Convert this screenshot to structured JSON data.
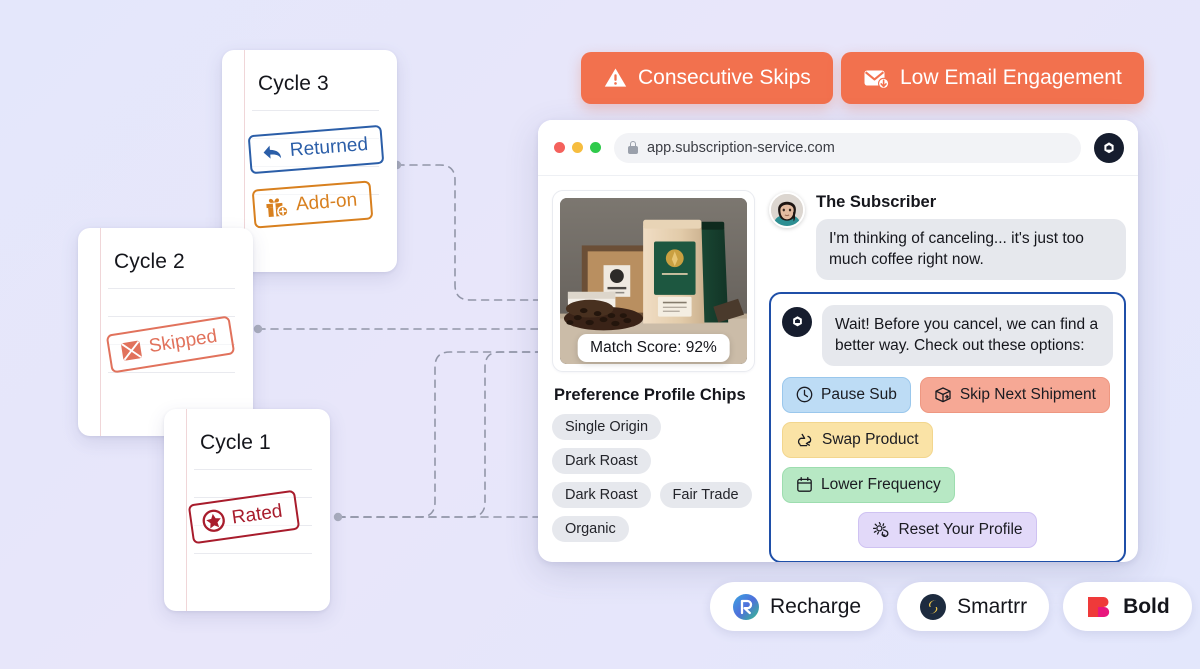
{
  "alerts": [
    {
      "label": "Consecutive Skips",
      "icon": "warning-triangle-icon",
      "color": "#F2714E"
    },
    {
      "label": "Low Email Engagement",
      "icon": "email-download-icon",
      "color": "#F2714E"
    }
  ],
  "cycles": [
    {
      "title": "Cycle 3",
      "stamps": [
        {
          "label": "Returned",
          "icon": "return-arrow-icon",
          "color": "#2B5EA8"
        },
        {
          "label": "Add-on",
          "icon": "gift-plus-icon",
          "color": "#D8801F"
        }
      ]
    },
    {
      "title": "Cycle 2",
      "stamps": [
        {
          "label": "Skipped",
          "icon": "x-box-icon",
          "color": "#E1725C"
        }
      ]
    },
    {
      "title": "Cycle 1",
      "stamps": [
        {
          "label": "Rated",
          "icon": "star-circle-icon",
          "color": "#A81C2C"
        }
      ]
    }
  ],
  "browser": {
    "url": "app.subscription-service.com",
    "lock_icon": "lock-icon",
    "brand_icon": "hexagon-brand-icon",
    "traffic_lights": [
      "close-red",
      "minimize-yellow",
      "maximize-green"
    ]
  },
  "product": {
    "match_label": "Match Score: 92%",
    "image_alt": "coffee-product-photo"
  },
  "preferences": {
    "title": "Preference Profile Chips",
    "chips": [
      "Single Origin",
      "Dark Roast",
      "Dark Roast",
      "Fair Trade",
      "Organic"
    ]
  },
  "conversation": {
    "subscriber_name": "The Subscriber",
    "subscriber_avatar": "subscriber-avatar",
    "subscriber_message": "I'm thinking of canceling... it's just too much coffee right now.",
    "bot_avatar": "hexagon-brand-icon",
    "bot_message": "Wait! Before you cancel, we can find a better way. Check out these options:"
  },
  "offers": [
    {
      "label": "Pause Sub",
      "icon": "clock-icon",
      "bg": "#BDDCF5",
      "border": "#9AC7EC"
    },
    {
      "label": "Skip Next Shipment",
      "icon": "package-skip-icon",
      "bg": "#F6A895",
      "border": "#EE9781"
    },
    {
      "label": "Swap Product",
      "icon": "recycle-icon",
      "bg": "#FAE3A6",
      "border": "#F2D68E"
    },
    {
      "label": "Lower Frequency",
      "icon": "calendar-icon",
      "bg": "#B7E8C4",
      "border": "#9DDDAF"
    },
    {
      "label": "Reset Your Profile",
      "icon": "gear-refresh-icon",
      "bg": "#E2D9F9",
      "border": "#CFC2F2"
    }
  ],
  "partners": [
    {
      "label": "Recharge",
      "icon": "recharge-logo"
    },
    {
      "label": "Smartrr",
      "icon": "smartrr-logo"
    },
    {
      "label": "Bold",
      "icon": "bold-logo"
    }
  ]
}
